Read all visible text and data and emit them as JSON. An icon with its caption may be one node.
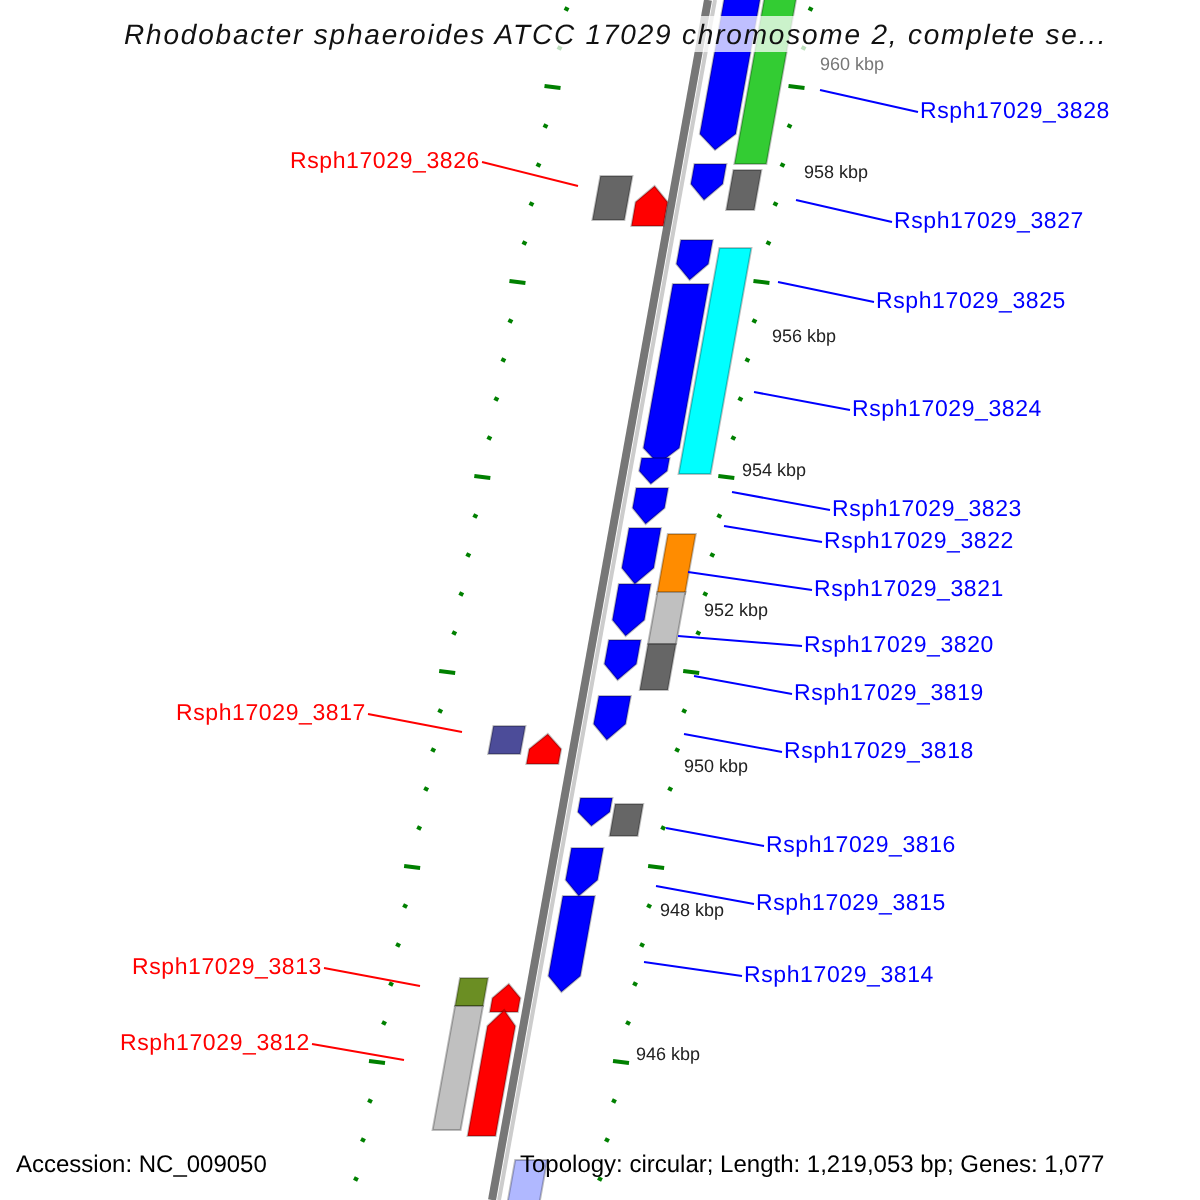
{
  "diagram": {
    "title": "Rhodobacter sphaeroides ATCC 17029 chromosome 2, complete se...",
    "nodes": [
      {
        "text": [
          "Rsph17029_3828"
        ]
      },
      {
        "text": [
          "Rsph17029_3826"
        ]
      },
      {
        "text": [
          "Rsph17029_3827"
        ]
      },
      {
        "text": [
          "Rsph17029_3825"
        ]
      },
      {
        "text": [
          "Rsph17029_3824"
        ]
      },
      {
        "text": [
          "Rsph17029_3823"
        ]
      },
      {
        "text": [
          "Rsph17029_3822"
        ]
      },
      {
        "text": [
          "Rsph17029_3821"
        ]
      },
      {
        "text": [
          "Rsph17029_3820"
        ]
      },
      {
        "text": [
          "Rsph17029_3819"
        ]
      },
      {
        "text": [
          "Rsph17029_3817"
        ]
      },
      {
        "text": [
          "Rsph17029_3818"
        ]
      },
      {
        "text": [
          "Rsph17029_3816"
        ]
      },
      {
        "text": [
          "Rsph17029_3815"
        ]
      },
      {
        "text": [
          "Rsph17029_3813"
        ]
      },
      {
        "text": [
          "Rsph17029_3814"
        ]
      },
      {
        "text": [
          "Rsph17029_3812"
        ]
      }
    ],
    "edges": [
      {
        "from": 0,
        "to": null,
        "arrow": "none"
      },
      {
        "from": 1,
        "to": null,
        "arrow": "none",
        "color": "#ff0000"
      },
      {
        "from": 2,
        "to": null,
        "arrow": "none"
      },
      {
        "from": 3,
        "to": null,
        "arrow": "none"
      },
      {
        "from": 4,
        "to": null,
        "arrow": "none"
      },
      {
        "from": 5,
        "to": null,
        "arrow": "none"
      },
      {
        "from": 6,
        "to": null,
        "arrow": "none"
      },
      {
        "from": 7,
        "to": null,
        "arrow": "none"
      },
      {
        "from": 8,
        "to": null,
        "arrow": "none"
      },
      {
        "from": 9,
        "to": null,
        "arrow": "none"
      },
      {
        "from": 10,
        "to": null,
        "arrow": "none",
        "color": "#ff0000"
      },
      {
        "from": 11,
        "to": null,
        "arrow": "none"
      },
      {
        "from": 12,
        "to": null,
        "arrow": "none"
      },
      {
        "from": 13,
        "to": null,
        "arrow": "none"
      },
      {
        "from": 14,
        "to": null,
        "arrow": "none",
        "color": "#ff0000"
      },
      {
        "from": 15,
        "to": null,
        "arrow": "none"
      },
      {
        "from": 16,
        "to": null,
        "arrow": "none",
        "color": "#ff0000"
      }
    ],
    "labels": [
      "960 kbp",
      "958 kbp",
      "956 kbp",
      "954 kbp",
      "952 kbp",
      "950 kbp",
      "948 kbp",
      "946 kbp",
      "Accession: NC_009050",
      "Topology: circular; Length: 1,219,053 bp; Genes: 1,077"
    ]
  }
}
